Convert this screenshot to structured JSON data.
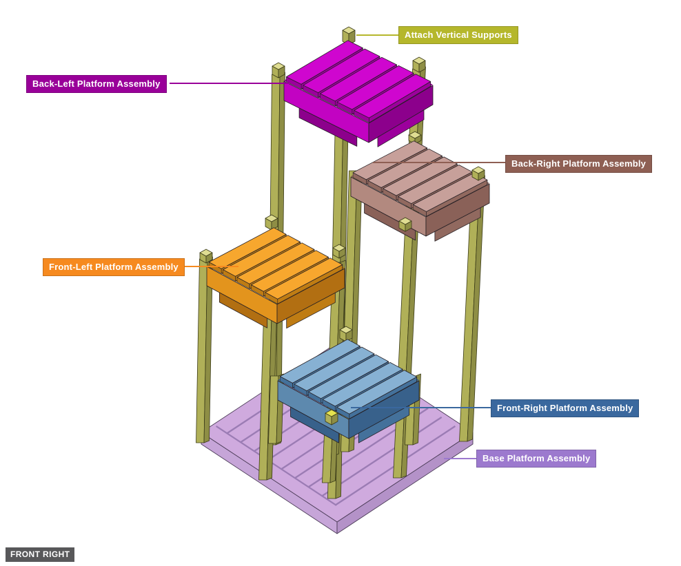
{
  "callouts": [
    {
      "id": "attach-vertical-supports",
      "label": "Attach Vertical Supports",
      "color": "#b5b72b"
    },
    {
      "id": "back-left-platform",
      "label": "Back-Left Platform Assembly",
      "color": "#990099"
    },
    {
      "id": "back-right-platform",
      "label": "Back-Right Platform Assembly",
      "color": "#8e5f53"
    },
    {
      "id": "front-left-platform",
      "label": "Front-Left Platform Assembly",
      "color": "#f68a1f"
    },
    {
      "id": "front-right-platform",
      "label": "Front-Right Platform Assembly",
      "color": "#3a689e"
    },
    {
      "id": "base-platform",
      "label": "Base Platform Assembly",
      "color": "#9c79ce"
    }
  ],
  "view_label": {
    "text": "FRONT RIGHT",
    "color": "#58585a"
  },
  "scene": {
    "background": "#ffffff",
    "posts": {
      "front": "#b0b058",
      "side": "#8e8e45",
      "tip_top": "#dfdd92",
      "tip_bright": "#e6e34f",
      "outline": "#3a3a18"
    },
    "platforms": {
      "back_left": {
        "top": "#cf06cf",
        "slat_edge": "#9c009c",
        "apron_left": "#c203c2",
        "apron_right": "#8c008c",
        "slat_count": 5
      },
      "back_right": {
        "top": "#c7a09a",
        "slat_edge": "#91695f",
        "apron_left": "#b2897f",
        "apron_right": "#8a6158",
        "slat_count": 5
      },
      "front_left": {
        "top": "#f7a72e",
        "slat_edge": "#bf7c13",
        "apron_left": "#e3941d",
        "apron_right": "#b26f12",
        "slat_count": 5
      },
      "front_right": {
        "top": "#87b1d3",
        "slat_edge": "#44719b",
        "apron_left": "#5d89ae",
        "apron_right": "#38618b",
        "slat_count": 5
      },
      "base": {
        "top": "#cfaade",
        "groove": "#9b7cb4",
        "side_left": "#c6a5d8",
        "side_right": "#b492c8",
        "slat_count": 10
      }
    }
  }
}
